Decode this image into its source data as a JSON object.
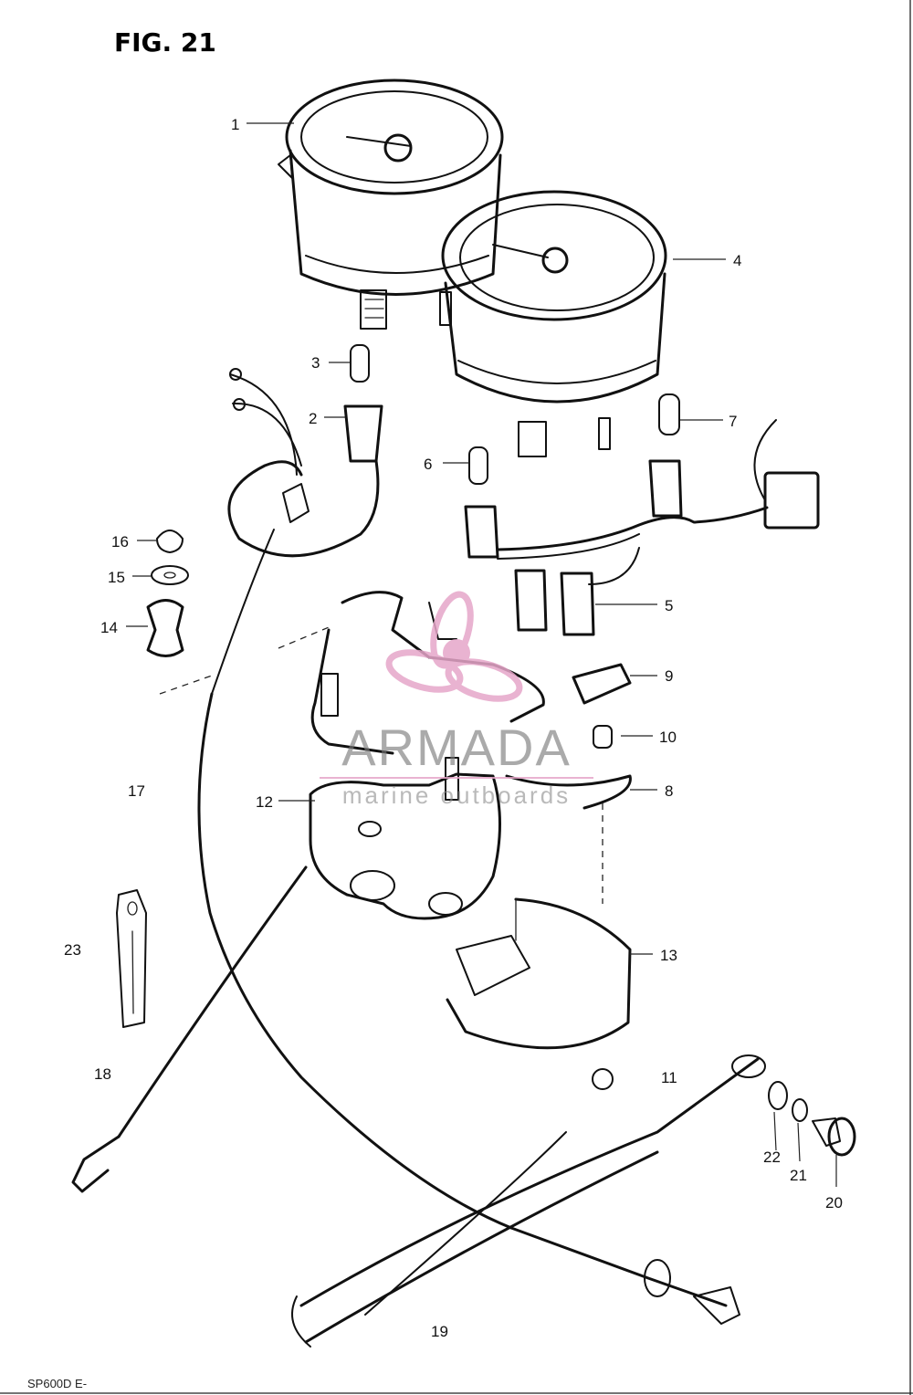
{
  "figure": {
    "title": "FIG. 21",
    "model_code": "SP600D E-"
  },
  "watermark": {
    "brand": "ARMADA",
    "tagline": "marine outboards",
    "accent_color": "#e6a6c9"
  },
  "parts": [
    {
      "id": "p1",
      "label": "1"
    },
    {
      "id": "p2",
      "label": "2"
    },
    {
      "id": "p3",
      "label": "3"
    },
    {
      "id": "p4",
      "label": "4"
    },
    {
      "id": "p5",
      "label": "5"
    },
    {
      "id": "p6",
      "label": "6"
    },
    {
      "id": "p7",
      "label": "7"
    },
    {
      "id": "p8",
      "label": "8"
    },
    {
      "id": "p9",
      "label": "9"
    },
    {
      "id": "p10",
      "label": "10"
    },
    {
      "id": "p11",
      "label": "11"
    },
    {
      "id": "p12",
      "label": "12"
    },
    {
      "id": "p13",
      "label": "13"
    },
    {
      "id": "p14",
      "label": "14"
    },
    {
      "id": "p15",
      "label": "15"
    },
    {
      "id": "p16",
      "label": "16"
    },
    {
      "id": "p17",
      "label": "17"
    },
    {
      "id": "p18",
      "label": "18"
    },
    {
      "id": "p19",
      "label": "19"
    },
    {
      "id": "p20",
      "label": "20"
    },
    {
      "id": "p21",
      "label": "21"
    },
    {
      "id": "p22",
      "label": "22"
    },
    {
      "id": "p23",
      "label": "23"
    }
  ]
}
